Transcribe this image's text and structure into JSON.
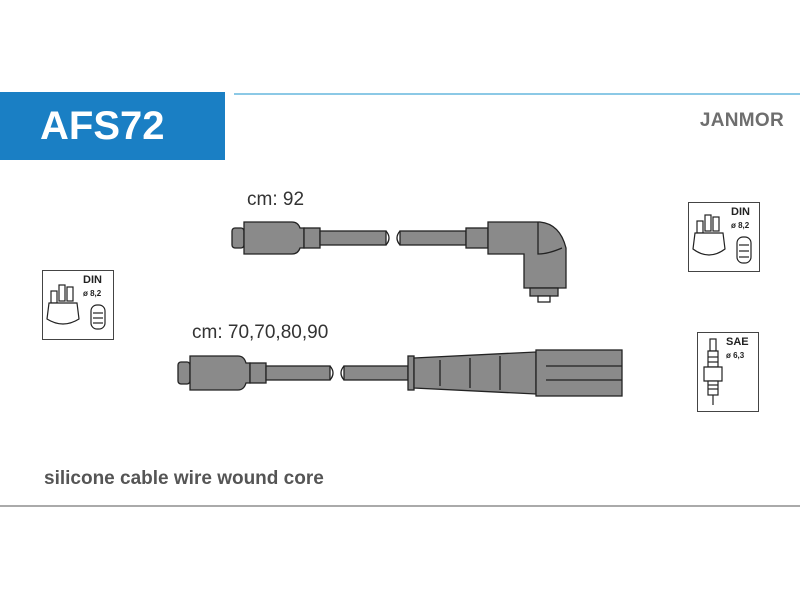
{
  "header": {
    "code": "AFS72",
    "brand": "JANMOR"
  },
  "cables": [
    {
      "length_label": "cm: 92"
    },
    {
      "length_label": "cm: 70,70,80,90"
    }
  ],
  "connectors": {
    "distributor_left": {
      "standard": "DIN",
      "diameter": "ø 8,2"
    },
    "distributor_right": {
      "standard": "DIN",
      "diameter": "ø 8,2"
    },
    "spark_plug": {
      "standard": "SAE",
      "diameter": "ø 6,3"
    }
  },
  "footer": {
    "description": "silicone cable wire wound core"
  },
  "colors": {
    "accent": "#1a7fc4",
    "rule": "#8cc9e6",
    "cable_fill": "#8a8a8a",
    "outline": "#222222"
  }
}
